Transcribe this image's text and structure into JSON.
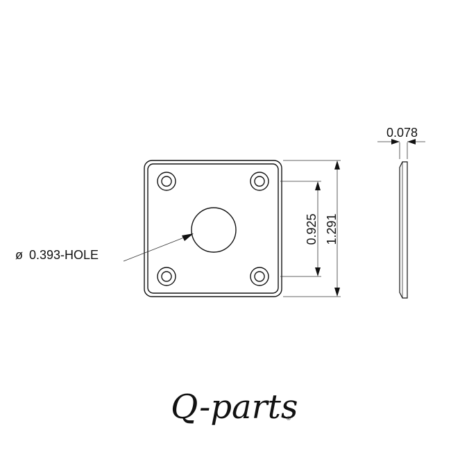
{
  "drawing": {
    "dimensions": {
      "thickness": "0.078",
      "inner_spacing": "0.925",
      "outer_size": "1.291",
      "hole_prefix": "ø",
      "hole": "0.393-HOLE"
    }
  },
  "logo": {
    "text": "Q-parts",
    "registered": "®"
  }
}
